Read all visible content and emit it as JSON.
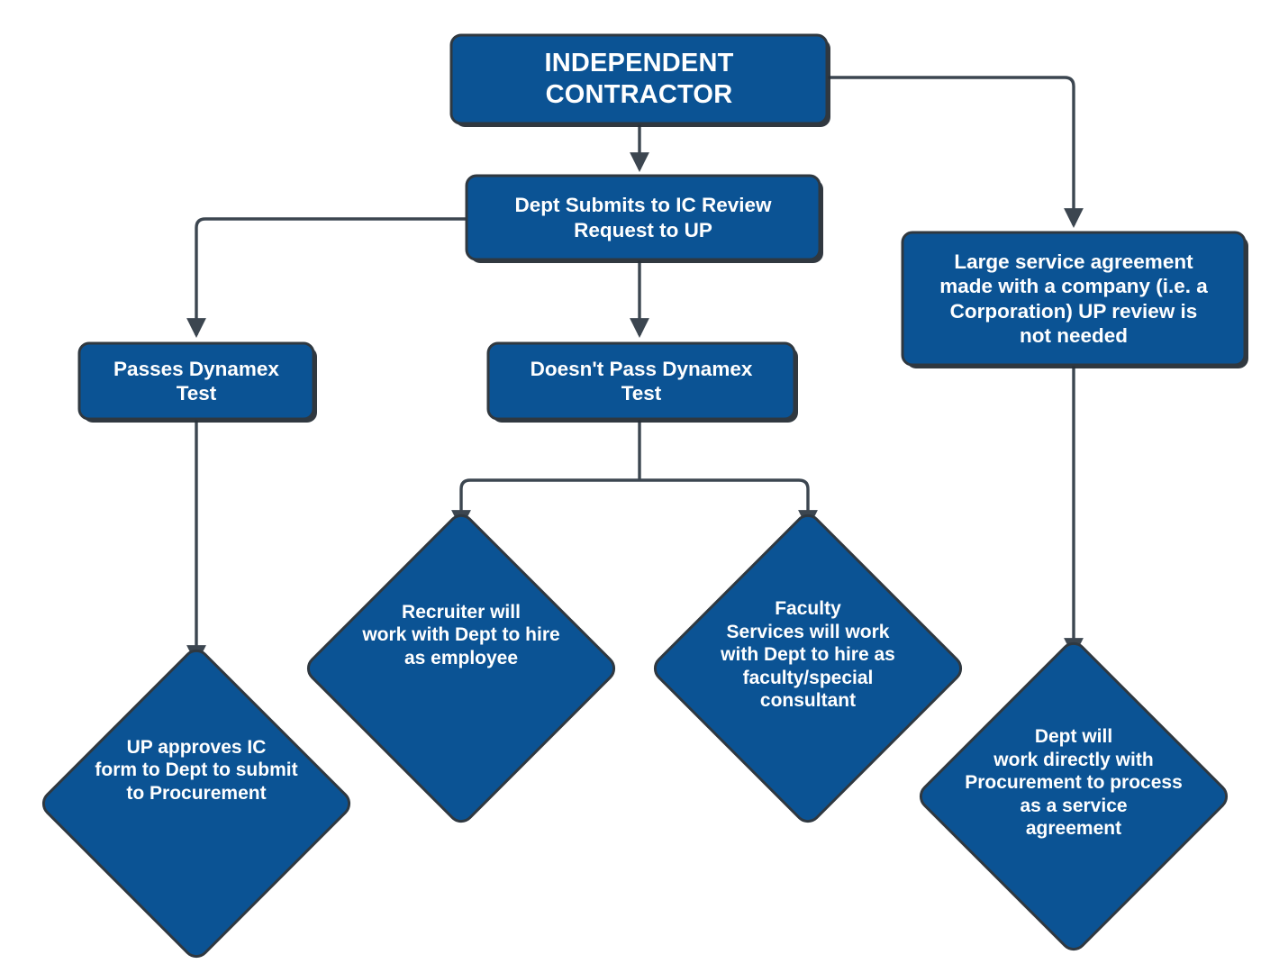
{
  "diagram": {
    "title_node": "INDEPENDENT\nCONTRACTOR",
    "colors": {
      "node_fill": "#0b5394",
      "node_stroke": "#2f3840",
      "connector": "#3c4650",
      "node_text": "#ffffff",
      "background": "#ffffff",
      "shadow": "#262e36"
    },
    "nodes": {
      "independent_contractor": {
        "label": "INDEPENDENT\nCONTRACTOR",
        "shape": "rounded-rect"
      },
      "dept_submits": {
        "label": "Dept Submits to IC Review\nRequest to UP",
        "shape": "rounded-rect"
      },
      "large_service_agreement": {
        "label": "Large service agreement\nmade with a company (i.e. a\nCorporation) UP review is\nnot needed",
        "shape": "rounded-rect"
      },
      "passes_dynamex": {
        "label": "Passes Dynamex\nTest",
        "shape": "rounded-rect"
      },
      "doesnt_pass_dynamex": {
        "label": "Doesn't Pass Dynamex\nTest",
        "shape": "rounded-rect"
      },
      "up_approves_ic": {
        "label": "UP approves IC\nform to Dept to submit\nto Procurement",
        "shape": "diamond"
      },
      "recruiter_hire_employee": {
        "label": "Recruiter will\nwork with Dept to hire\nas employee",
        "shape": "diamond"
      },
      "faculty_services": {
        "label": "Faculty\nServices will work\nwith Dept to hire as\nfaculty/special\nconsultant",
        "shape": "diamond"
      },
      "dept_procurement": {
        "label": "Dept will\nwork directly with\nProcurement to process\nas a service\nagreement",
        "shape": "diamond"
      }
    },
    "edges": [
      {
        "from": "independent_contractor",
        "to": "dept_submits",
        "route": "straight-down"
      },
      {
        "from": "independent_contractor",
        "to": "large_service_agreement",
        "route": "right-then-down"
      },
      {
        "from": "dept_submits",
        "to": "passes_dynamex",
        "route": "left-then-down"
      },
      {
        "from": "dept_submits",
        "to": "doesnt_pass_dynamex",
        "route": "straight-down"
      },
      {
        "from": "passes_dynamex",
        "to": "up_approves_ic",
        "route": "straight-down"
      },
      {
        "from": "doesnt_pass_dynamex",
        "to": "recruiter_hire_employee",
        "route": "down-split-left"
      },
      {
        "from": "doesnt_pass_dynamex",
        "to": "faculty_services",
        "route": "down-split-right"
      },
      {
        "from": "large_service_agreement",
        "to": "dept_procurement",
        "route": "straight-down"
      }
    ]
  }
}
